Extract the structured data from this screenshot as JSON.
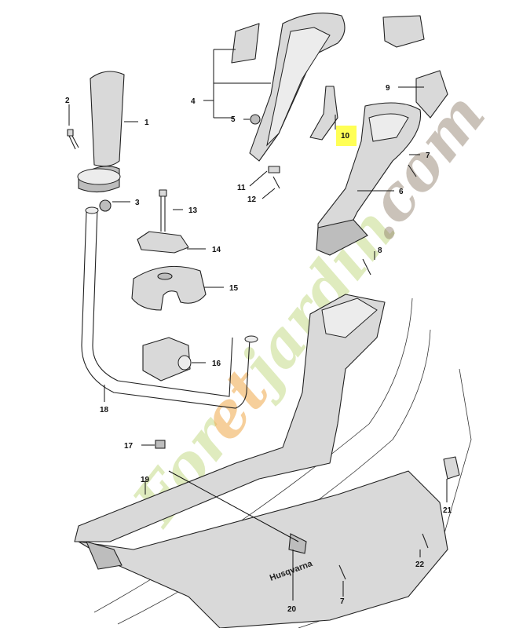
{
  "watermark": {
    "text_green_1": "For",
    "text_orange": "et",
    "text_green_2": "jardin",
    "text_gray": ".com"
  },
  "brand_label": "Husqvarna",
  "highlighted_callout": "10",
  "colors": {
    "highlight": "#ffff55",
    "watermark_green": "#c5dc8a",
    "watermark_orange": "#f0a84a"
  },
  "callouts": [
    {
      "id": "1",
      "label": "1"
    },
    {
      "id": "2",
      "label": "2"
    },
    {
      "id": "3",
      "label": "3"
    },
    {
      "id": "4",
      "label": "4"
    },
    {
      "id": "5",
      "label": "5"
    },
    {
      "id": "6",
      "label": "6"
    },
    {
      "id": "7a",
      "label": "7"
    },
    {
      "id": "7b",
      "label": "7"
    },
    {
      "id": "8",
      "label": "8"
    },
    {
      "id": "9",
      "label": "9"
    },
    {
      "id": "10",
      "label": "10"
    },
    {
      "id": "11",
      "label": "11"
    },
    {
      "id": "12",
      "label": "12"
    },
    {
      "id": "13",
      "label": "13"
    },
    {
      "id": "14",
      "label": "14"
    },
    {
      "id": "15",
      "label": "15"
    },
    {
      "id": "16",
      "label": "16"
    },
    {
      "id": "17",
      "label": "17"
    },
    {
      "id": "18",
      "label": "18"
    },
    {
      "id": "19",
      "label": "19"
    },
    {
      "id": "20",
      "label": "20"
    },
    {
      "id": "21",
      "label": "21"
    },
    {
      "id": "22",
      "label": "22"
    }
  ]
}
